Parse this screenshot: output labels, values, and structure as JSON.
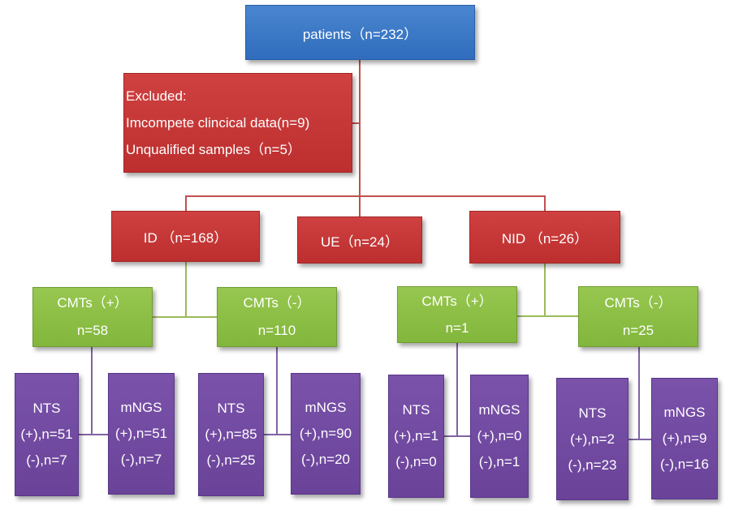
{
  "root": "patients（n=232）",
  "excluded": {
    "title": "Excluded:",
    "reason1": "Imcompete clincical data(n=9)",
    "reason2": "Unqualified  samples（n=5）"
  },
  "groups": {
    "id": "ID （n=168）",
    "ue": "UE（n=24）",
    "nid": "NID （n=26）"
  },
  "cmts": {
    "id_pos": {
      "label": "CMTs（+）",
      "n": "n=58"
    },
    "id_neg": {
      "label": "CMTs（-）",
      "n": "n=110"
    },
    "nid_pos": {
      "label": "CMTs（+）",
      "n": "n=1"
    },
    "nid_neg": {
      "label": "CMTs（-）",
      "n": "n=25"
    }
  },
  "leaves": {
    "id_pos_nts": {
      "title": "NTS",
      "pos": "(+),n=51",
      "neg": "(-),n=7"
    },
    "id_pos_mngs": {
      "title": "mNGS",
      "pos": "(+),n=51",
      "neg": "(-),n=7"
    },
    "id_neg_nts": {
      "title": "NTS",
      "pos": "(+),n=85",
      "neg": "(-),n=25"
    },
    "id_neg_mngs": {
      "title": "mNGS",
      "pos": "(+),n=90",
      "neg": "(-),n=20"
    },
    "nid_pos_nts": {
      "title": "NTS",
      "pos": "(+),n=1",
      "neg": "(-),n=0"
    },
    "nid_pos_mngs": {
      "title": "mNGS",
      "pos": "(+),n=0",
      "neg": "(-),n=1"
    },
    "nid_neg_nts": {
      "title": "NTS",
      "pos": "(+),n=2",
      "neg": "(-),n=23"
    },
    "nid_neg_mngs": {
      "title": "mNGS",
      "pos": "(+),n=9",
      "neg": "(-),n=16"
    }
  },
  "colors": {
    "root": "#3a78c4",
    "red": "#c53a39",
    "green": "#8dbf46",
    "purple": "#7049a0"
  }
}
